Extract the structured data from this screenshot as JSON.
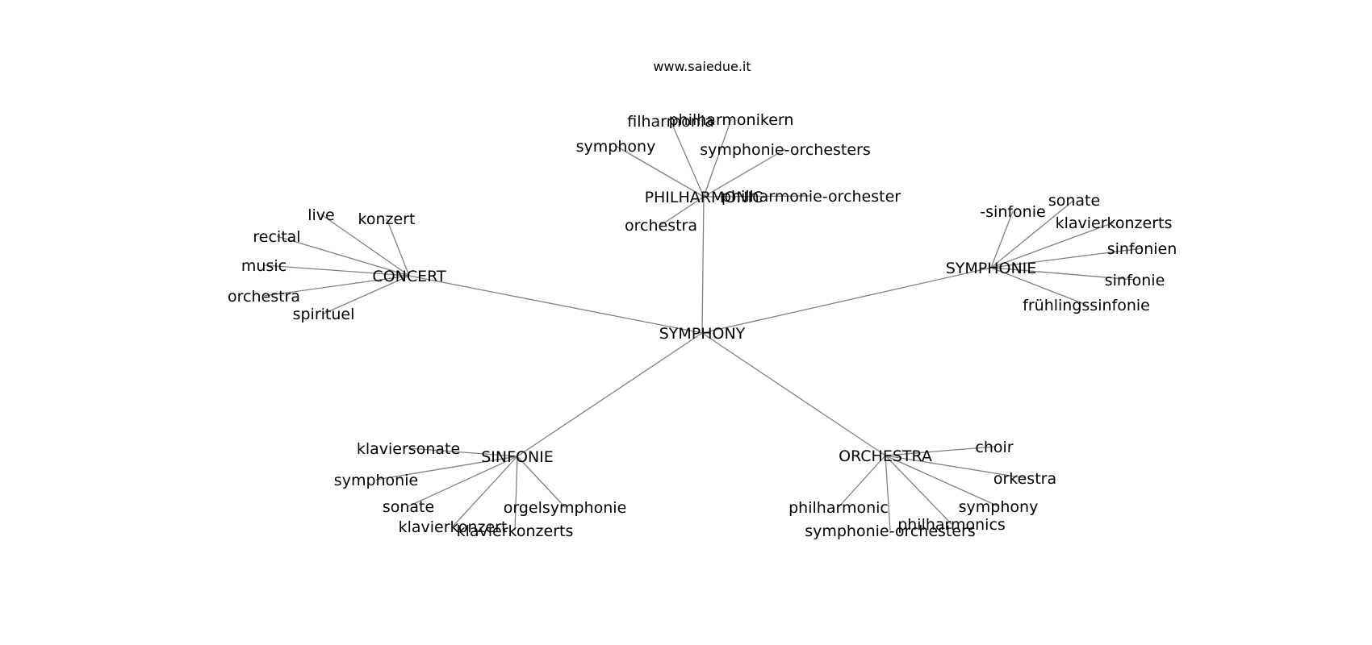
{
  "title": "www.saiedue.it",
  "edge_color": "#808080",
  "text_color": "#000000",
  "graph": {
    "root": "SYMPHONY",
    "hubs": [
      {
        "id": "philharmonic",
        "label": "PHILHARMONIC",
        "leaves": [
          "filharmonia",
          "philharmonikern",
          "symphony",
          "symphonie-orchesters",
          "philharmonie-orchester",
          "orchestra"
        ]
      },
      {
        "id": "concert",
        "label": "CONCERT",
        "leaves": [
          "live",
          "konzert",
          "recital",
          "music",
          "orchestra",
          "spirituel"
        ]
      },
      {
        "id": "symphonie",
        "label": "SYMPHONIE",
        "leaves": [
          "-sinfonie",
          "sonate",
          "klavierkonzerts",
          "sinfonien",
          "sinfonie",
          "frühlingssinfonie"
        ]
      },
      {
        "id": "sinfonie",
        "label": "SINFONIE",
        "leaves": [
          "klaviersonate",
          "symphonie",
          "sonate",
          "klavierkonzert",
          "klavierkonzerts",
          "orgelsymphonie"
        ]
      },
      {
        "id": "orchestra",
        "label": "ORCHESTRA",
        "leaves": [
          "choir",
          "orkestra",
          "symphony",
          "philharmonics",
          "symphonie-orchesters",
          "philharmonic"
        ]
      }
    ]
  }
}
